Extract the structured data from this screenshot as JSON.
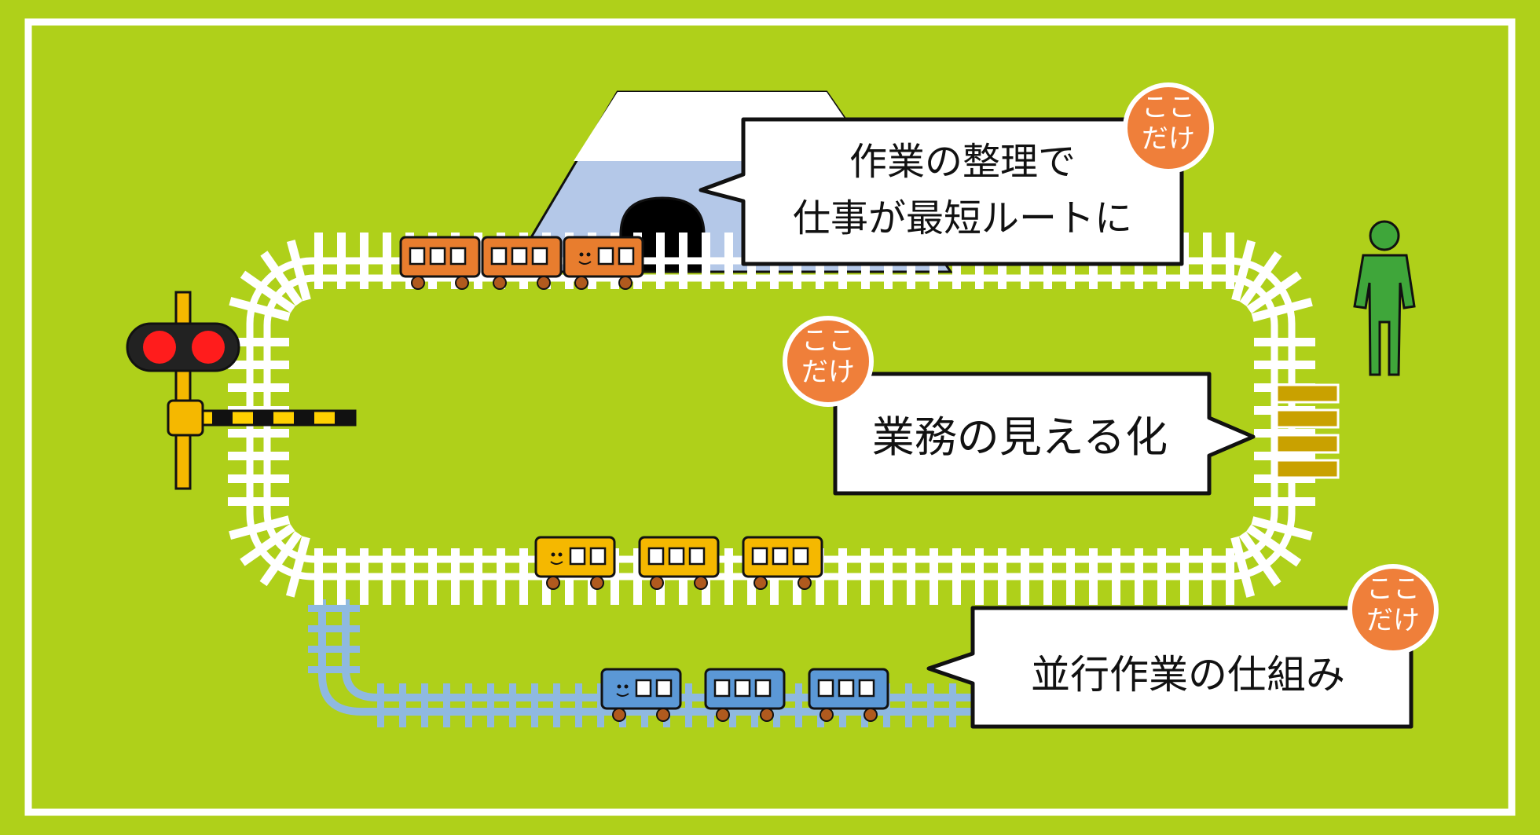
{
  "callouts": {
    "shortest_route": {
      "line1": "作業の整理で",
      "line2": "仕事が最短ルートに"
    },
    "visualization": {
      "text": "業務の見える化"
    },
    "parallel": {
      "text": "並行作業の仕組み"
    }
  },
  "badges": {
    "top": {
      "line1": "ここ",
      "line2": "だけ"
    },
    "middle": {
      "line1": "ここ",
      "line2": "だけ"
    },
    "bottom": {
      "line1": "ここ",
      "line2": "だけ"
    }
  },
  "colors": {
    "background": "#afd01a",
    "frame": "#ffffff",
    "rail": "#ffffff",
    "branch_rail": "#8fb9e0",
    "orange_train": "#e87d2e",
    "yellow_train": "#f5b800",
    "blue_train": "#5b98d6",
    "badge": "#ef7f3a",
    "person": "#3fa63a",
    "signal_light": "#ff1c1c",
    "tunnel": "#b4c8e8",
    "crosswalk": "#c9a100"
  },
  "icons": [
    "railroad-crossing-signal-icon",
    "crossing-gate-icon",
    "tunnel-icon",
    "person-icon",
    "train-icon"
  ]
}
